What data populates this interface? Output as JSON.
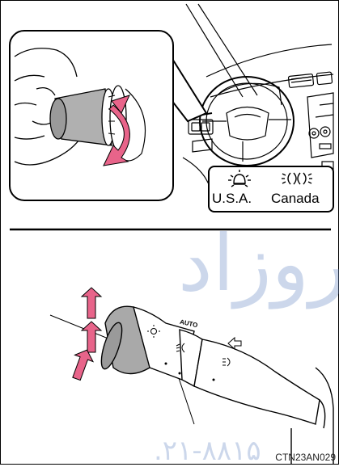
{
  "labels": {
    "usa": "U.S.A.",
    "canada": "Canada"
  },
  "lever_markings": {
    "auto": "AUTO"
  },
  "caption_code": "CTN23AN029",
  "watermark": {
    "top": "دروزاد",
    "bottom": ".۲۱-۸۸۱۵"
  },
  "icons": [
    "headlight-switch-knob-icon",
    "parking-light-icon",
    "low-beam-icon",
    "turn-arrows-icon",
    "fog-light-icon"
  ],
  "colors": {
    "arrow": "#e8648a",
    "knob": "#a9a9a9",
    "line": "#000000",
    "watermark": "#6e8fc7"
  }
}
